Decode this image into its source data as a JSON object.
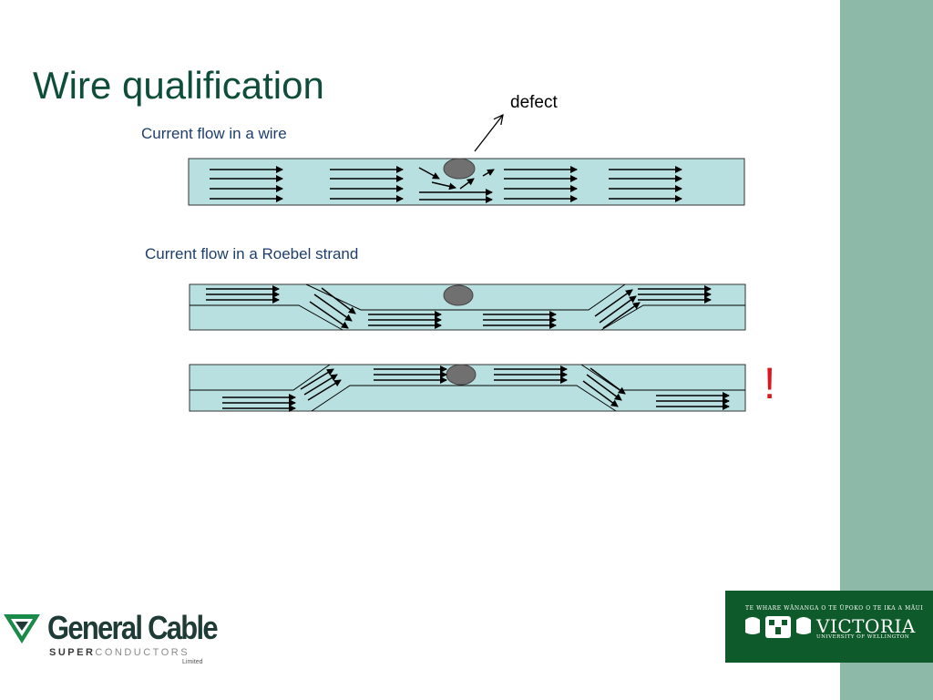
{
  "title": "Wire qualification",
  "labels": {
    "defect": "defect",
    "wire": "Current flow in a wire",
    "roebel": "Current flow in a Roebel strand",
    "alert": "!"
  },
  "logos": {
    "general_cable": {
      "name": "General Cable",
      "sub_strong": "SUPER",
      "sub_light": "CONDUCTORS",
      "limited": "Limited"
    },
    "victoria": {
      "top_line": "TE WHARE WĀNANGA O TE ŪPOKO O TE IKA A MĀUI",
      "name": "VICTORIA",
      "sub_line": "UNIVERSITY OF WELLINGTON"
    }
  },
  "colors": {
    "strip_fill": "#b9e0e0",
    "defect_fill": "#707070",
    "title": "#0e4d3a",
    "label": "#1f3f6b",
    "alert": "#e0141b",
    "side_band": "#8db9a8"
  }
}
